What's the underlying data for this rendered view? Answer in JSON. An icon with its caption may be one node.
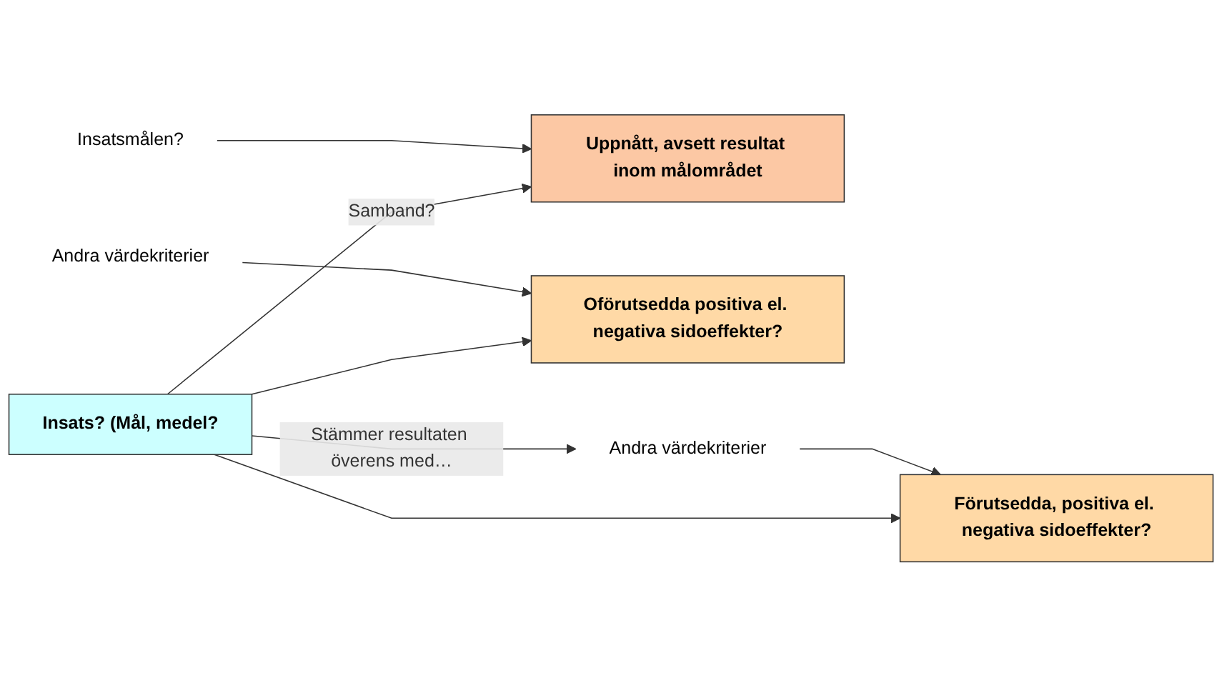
{
  "diagram": {
    "nodes": [
      {
        "text": [
          "Insats? (Mål, medel?"
        ]
      },
      {
        "text": [
          "Förutsedda, positiva el. negativa sidoeffekter?"
        ]
      },
      {
        "text": [
          "Uppnått, avsett resultat inom målområdet"
        ]
      },
      {
        "text": [
          "Oförutsedda positiva el. negativa sidoeffekter?"
        ]
      },
      {
        "text": [
          "Andra värdekriterier"
        ]
      },
      {
        "text": [
          "Insatsmålen?"
        ]
      },
      {
        "text": [
          "Andra värdekriterier"
        ]
      }
    ],
    "edges": [
      {
        "from": 0,
        "to": 4,
        "arrow": "to",
        "label": "Stämmer resultaten överens med…"
      },
      {
        "from": 0,
        "to": 1,
        "arrow": "to"
      },
      {
        "from": 0,
        "to": 2,
        "arrow": "to",
        "label": "Samband?"
      },
      {
        "from": 0,
        "to": 3,
        "arrow": "to"
      },
      {
        "from": 4,
        "to": 1,
        "arrow": "to"
      },
      {
        "from": 5,
        "to": 2,
        "arrow": "to"
      },
      {
        "from": 6,
        "to": 3,
        "arrow": "to"
      }
    ]
  }
}
